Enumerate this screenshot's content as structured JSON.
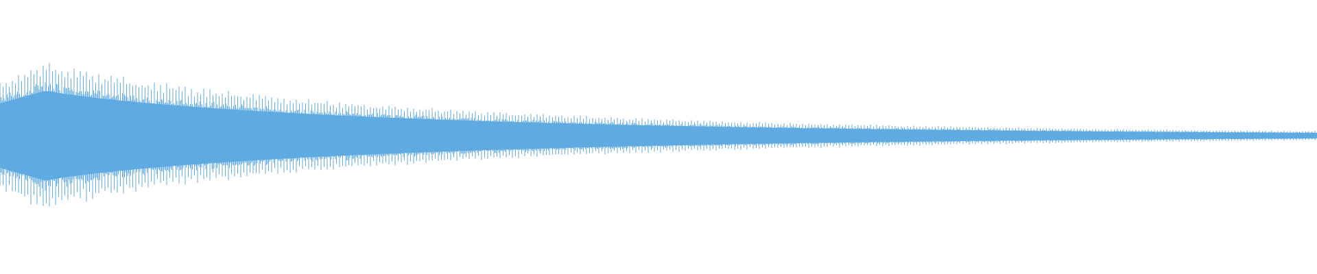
{
  "waveform": {
    "color": "#5eaae1",
    "background": "#ffffff",
    "envelope": {
      "attack_peak_position": 0.035,
      "start_amplitude": 0.7,
      "peak_amplitude": 0.98,
      "end_amplitude": 0.06,
      "decay": "exponential"
    }
  }
}
